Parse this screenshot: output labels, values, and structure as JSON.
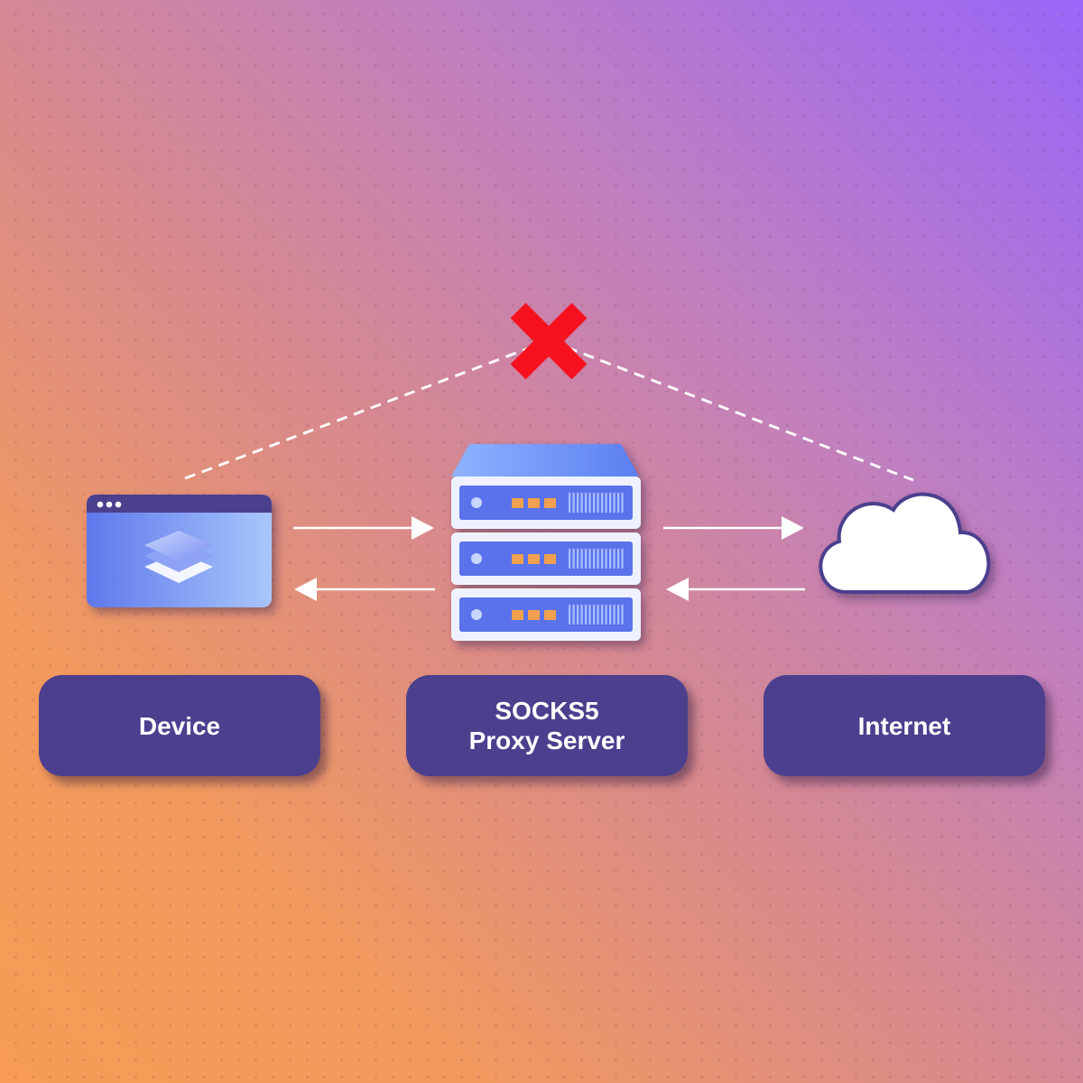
{
  "labels": {
    "device": "Device",
    "proxy_line1": "SOCKS5",
    "proxy_line2": "Proxy Server",
    "internet": "Internet"
  },
  "icons": {
    "device": "browser-window-layers-icon",
    "proxy": "server-rack-icon",
    "internet": "cloud-icon",
    "blocked": "red-cross-icon"
  },
  "colors": {
    "label_box": "#4b3f8e",
    "label_text": "#ffffff",
    "cross": "#f5121e",
    "arrow": "#ffffff",
    "server_blue": "#5a72ea",
    "port_orange": "#f0a050"
  }
}
